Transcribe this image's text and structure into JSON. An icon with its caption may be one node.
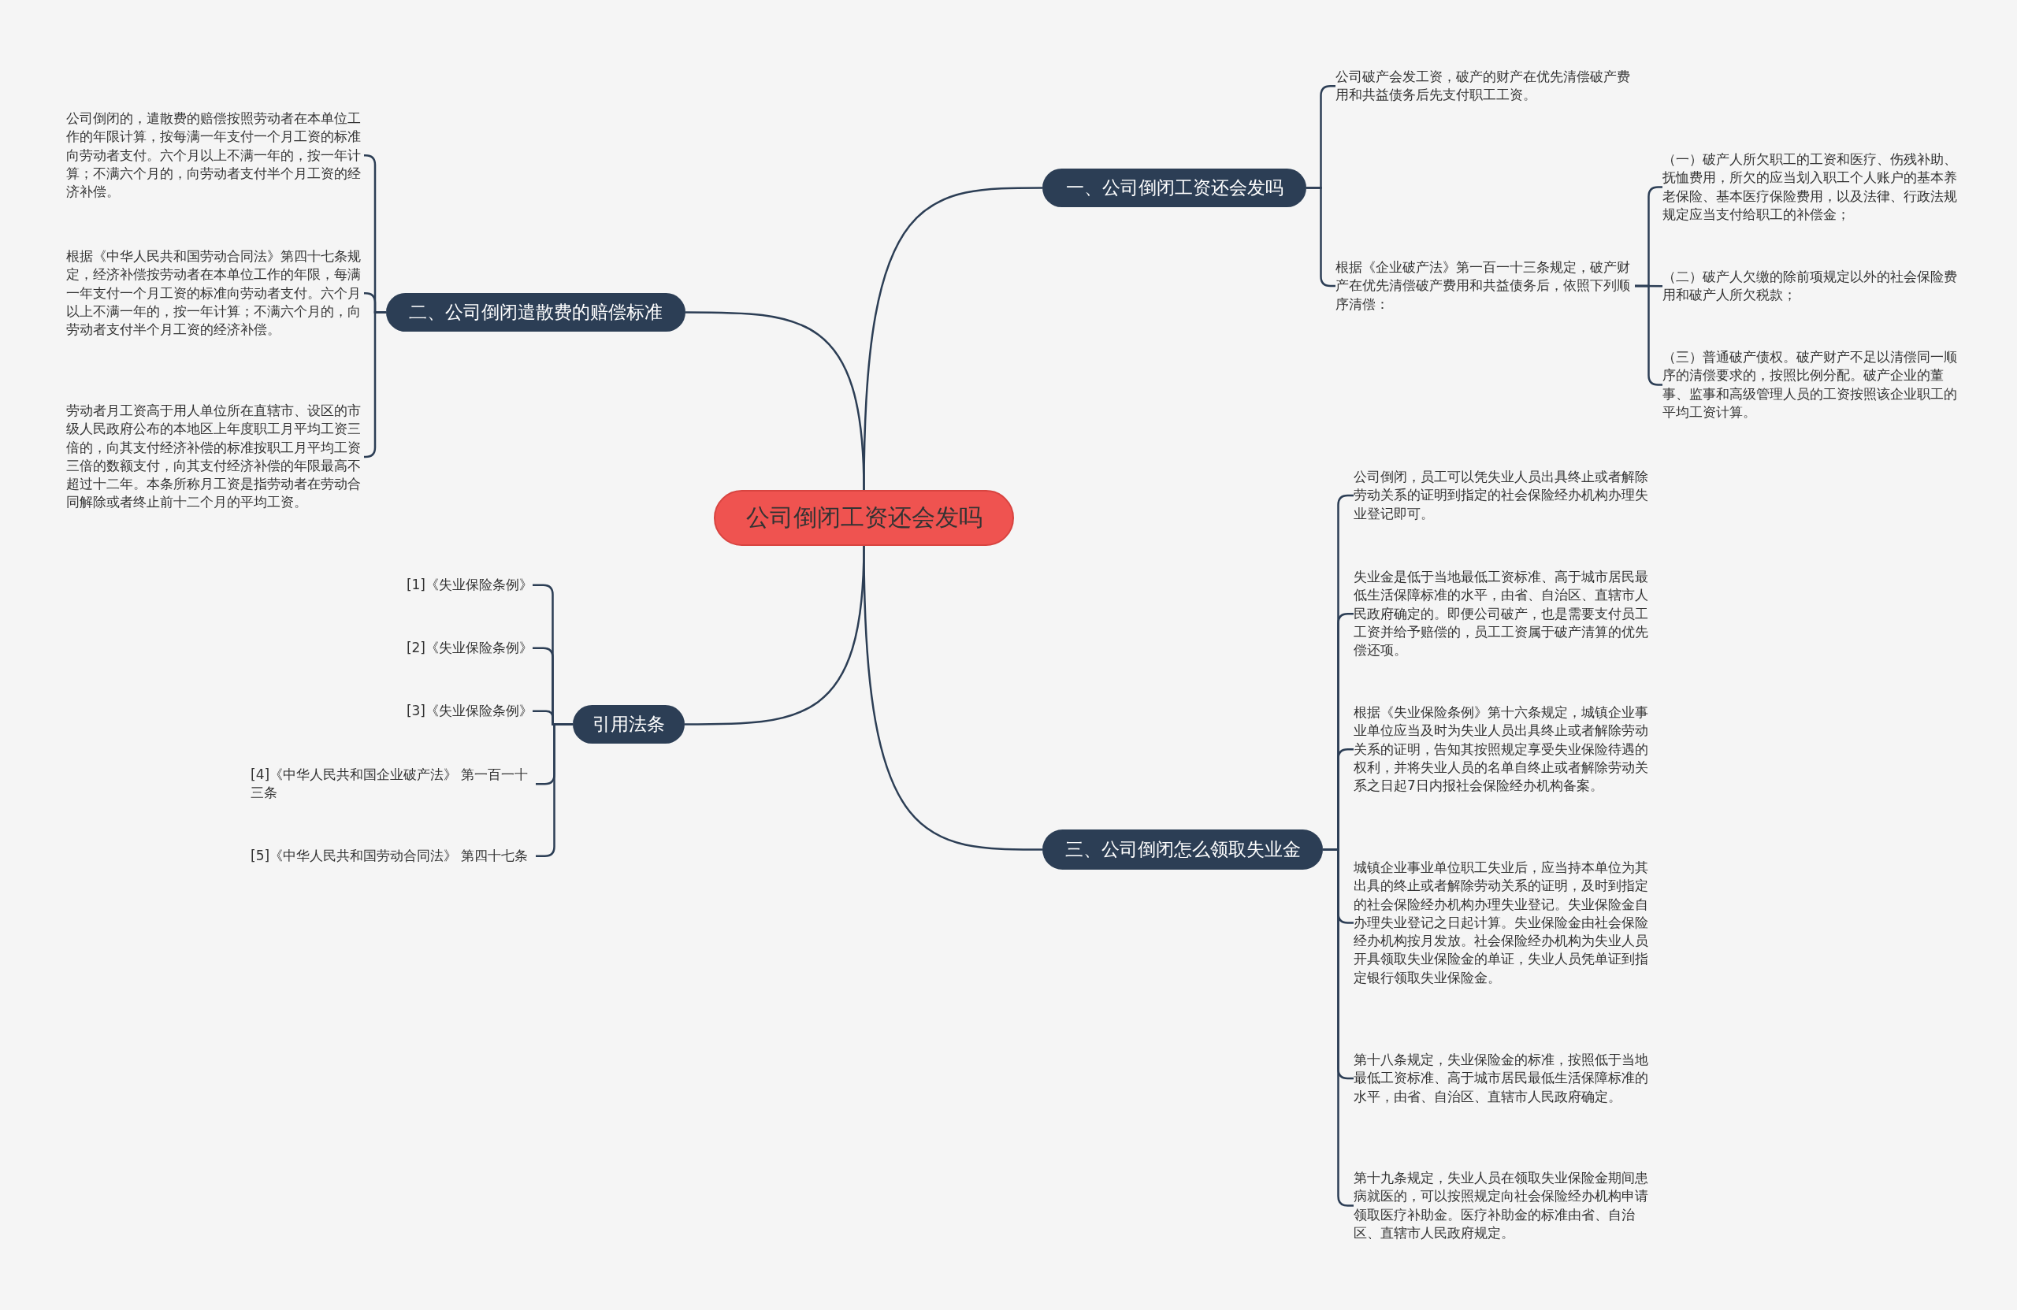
{
  "diagram": {
    "nodes": [
      {
        "text": [
          "公司倒闭工资还会发吗"
        ]
      },
      {
        "text": [
          "一、公司倒闭工资还会发吗"
        ]
      },
      {
        "text": [
          "公司破产会发工资，破产的财产在优先清偿破产费用和共益债务后先支付职工工资。"
        ]
      },
      {
        "text": [
          "根据《企业破产法》第一百一十三条规定，破产财产在优先清偿破产费用和共益债务后，依照下列顺序清偿："
        ]
      },
      {
        "text": [
          "（一）破产人所欠职工的工资和医疗、伤残补助、抚恤费用，所欠的应当划入职工个人账户的基本养老保险、基本医疗保险费用，以及法律、行政法规规定应当支付给职工的补偿金；"
        ]
      },
      {
        "text": [
          "（二）破产人欠缴的除前项规定以外的社会保险费用和破产人所欠税款；"
        ]
      },
      {
        "text": [
          "（三）普通破产债权。破产财产不足以清偿同一顺序的清偿要求的，按照比例分配。破产企业的董事、监事和高级管理人员的工资按照该企业职工的平均工资计算。"
        ]
      },
      {
        "text": [
          "二、公司倒闭遣散费的赔偿标准"
        ]
      },
      {
        "text": [
          "公司倒闭的，遣散费的赔偿按照劳动者在本单位工作的年限计算，按每满一年支付一个月工资的标准向劳动者支付。六个月以上不满一年的，按一年计算；不满六个月的，向劳动者支付半个月工资的经济补偿。"
        ]
      },
      {
        "text": [
          "根据《中华人民共和国劳动合同法》第四十七条规定，经济补偿按劳动者在本单位工作的年限，每满一年支付一个月工资的标准向劳动者支付。六个月以上不满一年的，按一年计算；不满六个月的，向劳动者支付半个月工资的经济补偿。"
        ]
      },
      {
        "text": [
          "劳动者月工资高于用人单位所在直辖市、设区的市级人民政府公布的本地区上年度职工月平均工资三倍的，向其支付经济补偿的标准按职工月平均工资三倍的数额支付，向其支付经济补偿的年限最高不超过十二年。本条所称月工资是指劳动者在劳动合同解除或者终止前十二个月的平均工资。"
        ]
      },
      {
        "text": [
          "引用法条"
        ]
      },
      {
        "text": [
          "[1]《失业保险条例》"
        ]
      },
      {
        "text": [
          "[2]《失业保险条例》"
        ]
      },
      {
        "text": [
          "[3]《失业保险条例》"
        ]
      },
      {
        "text": [
          "[4]《中华人民共和国企业破产法》 第一百一十三条"
        ]
      },
      {
        "text": [
          "[5]《中华人民共和国劳动合同法》 第四十七条"
        ]
      },
      {
        "text": [
          "三、公司倒闭怎么领取失业金"
        ]
      },
      {
        "text": [
          "公司倒闭，员工可以凭失业人员出具终止或者解除劳动关系的证明到指定的社会保险经办机构办理失业登记即可。"
        ]
      },
      {
        "text": [
          "失业金是低于当地最低工资标准、高于城市居民最低生活保障标准的水平，由省、自治区、直辖市人民政府确定的。即便公司破产，也是需要支付员工工资并给予赔偿的，员工工资属于破产清算的优先偿还项。"
        ]
      },
      {
        "text": [
          "根据《失业保险条例》第十六条规定，城镇企业事业单位应当及时为失业人员出具终止或者解除劳动关系的证明，告知其按照规定享受失业保险待遇的权利，并将失业人员的名单自终止或者解除劳动关系之日起7日内报社会保险经办机构备案。"
        ]
      },
      {
        "text": [
          "城镇企业事业单位职工失业后，应当持本单位为其出具的终止或者解除劳动关系的证明，及时到指定的社会保险经办机构办理失业登记。失业保险金自办理失业登记之日起计算。失业保险金由社会保险经办机构按月发放。社会保险经办机构为失业人员开具领取失业保险金的单证，失业人员凭单证到指定银行领取失业保险金。"
        ]
      },
      {
        "text": [
          "第十八条规定，失业保险金的标准，按照低于当地最低工资标准、高于城市居民最低生活保障标准的水平，由省、自治区、直辖市人民政府确定。"
        ]
      },
      {
        "text": [
          "第十九条规定，失业人员在领取失业保险金期间患病就医的，可以按照规定向社会保险经办机构申请领取医疗补助金。医疗补助金的标准由省、自治区、直辖市人民政府规定。"
        ]
      }
    ],
    "edges": [
      {
        "from": 0,
        "to": 1,
        "arrow": "none"
      },
      {
        "from": 0,
        "to": 7,
        "arrow": "none"
      },
      {
        "from": 0,
        "to": 11,
        "arrow": "none"
      },
      {
        "from": 0,
        "to": 17,
        "arrow": "none"
      },
      {
        "from": 1,
        "to": 2,
        "arrow": "none"
      },
      {
        "from": 1,
        "to": 3,
        "arrow": "none"
      },
      {
        "from": 3,
        "to": 4,
        "arrow": "none"
      },
      {
        "from": 3,
        "to": 5,
        "arrow": "none"
      },
      {
        "from": 3,
        "to": 6,
        "arrow": "none"
      },
      {
        "from": 7,
        "to": 8,
        "arrow": "none"
      },
      {
        "from": 7,
        "to": 9,
        "arrow": "none"
      },
      {
        "from": 7,
        "to": 10,
        "arrow": "none"
      },
      {
        "from": 11,
        "to": 12,
        "arrow": "none"
      },
      {
        "from": 11,
        "to": 13,
        "arrow": "none"
      },
      {
        "from": 11,
        "to": 14,
        "arrow": "none"
      },
      {
        "from": 11,
        "to": 15,
        "arrow": "none"
      },
      {
        "from": 11,
        "to": 16,
        "arrow": "none"
      },
      {
        "from": 17,
        "to": 18,
        "arrow": "none"
      },
      {
        "from": 17,
        "to": 19,
        "arrow": "none"
      },
      {
        "from": 17,
        "to": 20,
        "arrow": "none"
      },
      {
        "from": 17,
        "to": 21,
        "arrow": "none"
      },
      {
        "from": 17,
        "to": 22,
        "arrow": "none"
      },
      {
        "from": 17,
        "to": 23,
        "arrow": "none"
      }
    ]
  }
}
